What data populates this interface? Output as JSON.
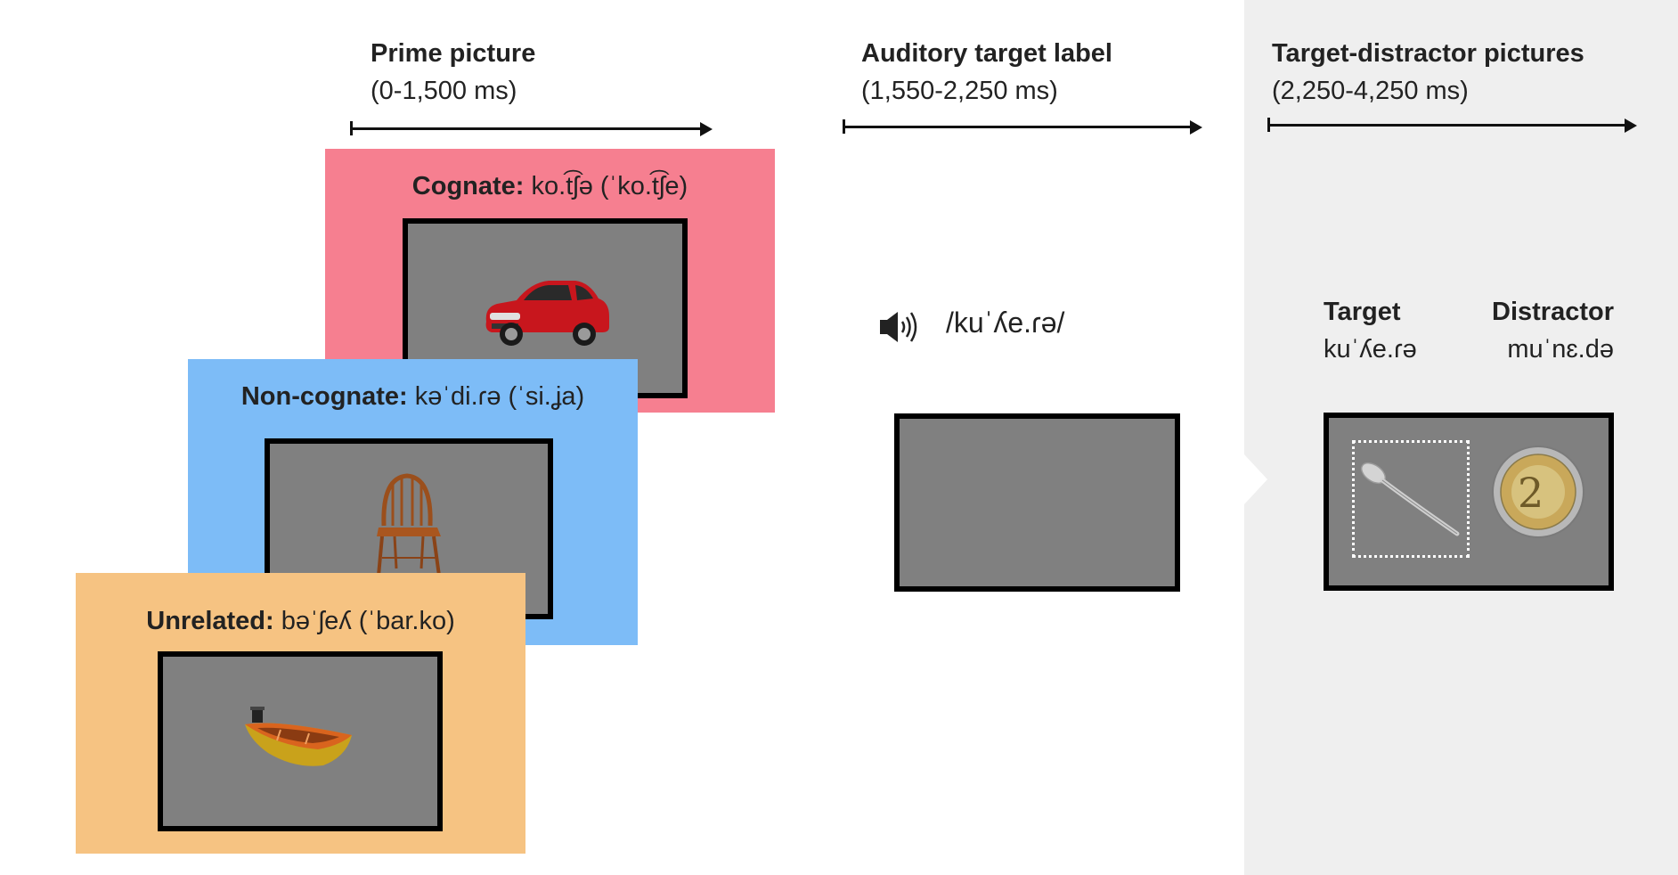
{
  "phases": [
    {
      "title": "Prime picture",
      "time": "(0-1,500 ms)"
    },
    {
      "title": "Auditory target label",
      "time": "(1,550-2,250 ms)"
    },
    {
      "title": "Target-distractor pictures",
      "time": "(2,250-4,250 ms)"
    }
  ],
  "primes": {
    "cognate": {
      "label": "Cognate:",
      "ipa": "ko.t͡ʃə (ˈko.t͡ʃe)",
      "color": "#f67f90",
      "object": "car"
    },
    "noncognate": {
      "label": "Non-cognate:",
      "ipa": "kəˈdi.ɾə (ˈsi.ʝa)",
      "color": "#7dbcf7",
      "object": "chair"
    },
    "unrelated": {
      "label": "Unrelated:",
      "ipa": "bəˈʃeʎ (ˈbar.ko)",
      "color": "#f6c382",
      "object": "boat"
    }
  },
  "auditory": {
    "icon": "speaker-icon",
    "label": "/kuˈʎe.ɾə/"
  },
  "target_distractor": {
    "target_label": "Target",
    "target_ipa": "kuˈʎe.ɾə",
    "distractor_label": "Distractor",
    "distractor_ipa": "muˈnɛ.də",
    "target_object": "spoon",
    "distractor_object": "coin"
  },
  "colors": {
    "screen": "#808080",
    "panel": "#efefef"
  }
}
